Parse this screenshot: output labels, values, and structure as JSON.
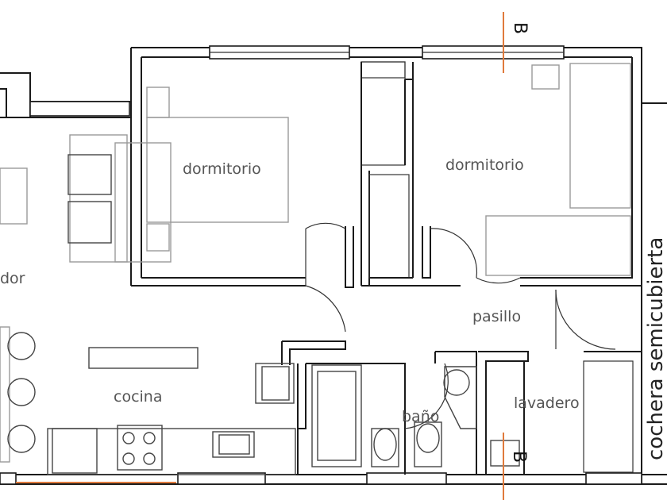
{
  "rooms": {
    "dormitorio_1": "dormitorio",
    "dormitorio_2": "dormitorio",
    "comedor_partial": "dor",
    "cocina": "cocina",
    "pasillo": "pasillo",
    "bano": "baño",
    "lavadero": "lavadero",
    "cochera": "cochera semicubierta"
  },
  "section_marks": {
    "top": "B",
    "bottom": "B"
  },
  "colors": {
    "walls": "#1a1a1a",
    "furniture": "#9a9a9a",
    "section_line": "#e07a3c"
  }
}
